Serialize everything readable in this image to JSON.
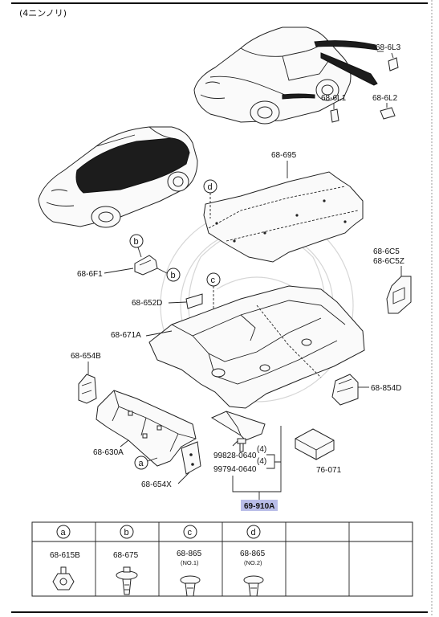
{
  "header": {
    "text": "(4ニンノリ)"
  },
  "callouts": {
    "l3": "68-6L3",
    "l1": "68-6L1",
    "l2": "68-6L2",
    "p695": "68-695",
    "c5": "68-6C5",
    "c5z": "68-6C5Z",
    "f1": "68-6F1",
    "p652d": "68-652D",
    "p671a": "68-671A",
    "p654b": "68-654B",
    "p854d": "68-854D",
    "p630a": "68-630A",
    "p654x": "68-654X",
    "p76071": "76-071",
    "bolt1": "99828-0640",
    "bolt2": "99794-0640",
    "q1": "(4)",
    "q2": "(4)",
    "p910a": "69-910A"
  },
  "markers": {
    "a": "a",
    "b": "b",
    "c": "c",
    "d": "d"
  },
  "legend": {
    "cells": [
      {
        "mark": "a",
        "part": "68-615B",
        "sub": ""
      },
      {
        "mark": "b",
        "part": "68-675",
        "sub": ""
      },
      {
        "mark": "c",
        "part": "68-865",
        "sub": "(NO.1)"
      },
      {
        "mark": "d",
        "part": "68-865",
        "sub": "(NO.2)"
      }
    ]
  },
  "colors": {
    "highlight": "#b9bde8",
    "ink": "#111111"
  }
}
